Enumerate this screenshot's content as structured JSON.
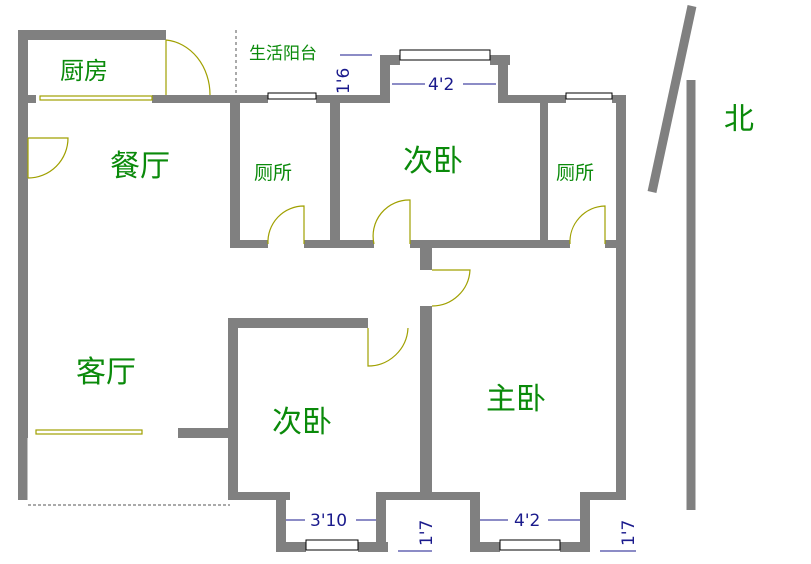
{
  "rooms": {
    "kitchen": "厨房",
    "dining": "餐厅",
    "living": "客厅",
    "toilet_left": "厕所",
    "toilet_right": "厕所",
    "second_bedroom_top": "次卧",
    "second_bedroom_bottom": "次卧",
    "master_bedroom": "主卧",
    "balcony": "生活阳台"
  },
  "dimensions": {
    "top_window_width": "4'2",
    "top_bay_depth": "1'6",
    "bottom_left_window_width": "3'10",
    "bottom_left_bay_depth": "1'7",
    "bottom_right_window_width": "4'2",
    "bottom_right_bay_depth": "1'7"
  },
  "compass": {
    "north": "北"
  },
  "colors": {
    "wall": "#808080",
    "label": "#0a8a0a",
    "dimension": "#1a1a8c",
    "door": "#a0a000"
  }
}
